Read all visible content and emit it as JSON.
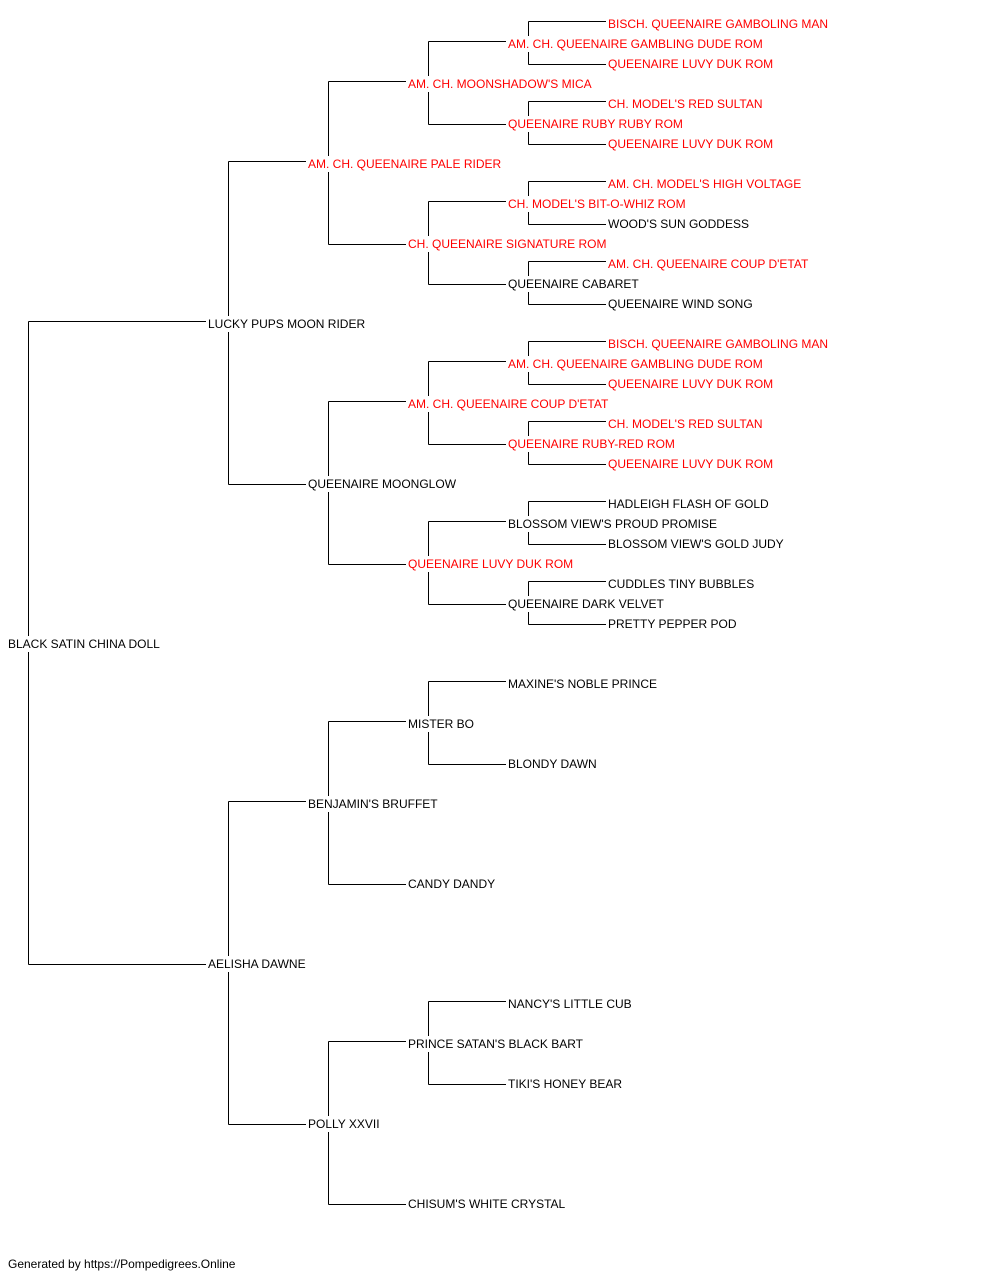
{
  "colors": {
    "titled": "#ff0000",
    "plain": "#000000",
    "connector": "#000000"
  },
  "pedigree": {
    "name": "BLACK SATIN CHINA DOLL",
    "titled": false,
    "sire": {
      "name": "LUCKY PUPS MOON RIDER",
      "titled": false,
      "sire": {
        "name": "AM. CH. QUEENAIRE PALE RIDER",
        "titled": true,
        "sire": {
          "name": "AM. CH. MOONSHADOW'S MICA",
          "titled": true,
          "sire": {
            "name": "AM. CH. QUEENAIRE GAMBLING DUDE ROM",
            "titled": true,
            "sire": {
              "name": "BISCH. QUEENAIRE GAMBOLING MAN",
              "titled": true
            },
            "dam": {
              "name": "QUEENAIRE LUVY DUK ROM",
              "titled": true
            }
          },
          "dam": {
            "name": "QUEENAIRE RUBY RUBY ROM",
            "titled": true,
            "sire": {
              "name": "CH. MODEL'S RED SULTAN",
              "titled": true
            },
            "dam": {
              "name": "QUEENAIRE LUVY DUK ROM",
              "titled": true
            }
          }
        },
        "dam": {
          "name": "CH. QUEENAIRE SIGNATURE ROM",
          "titled": true,
          "sire": {
            "name": "CH. MODEL'S BIT-O-WHIZ ROM",
            "titled": true,
            "sire": {
              "name": "AM. CH. MODEL'S HIGH VOLTAGE",
              "titled": true
            },
            "dam": {
              "name": "WOOD'S SUN GODDESS",
              "titled": false
            }
          },
          "dam": {
            "name": "QUEENAIRE CABARET",
            "titled": false,
            "sire": {
              "name": "AM. CH. QUEENAIRE COUP D'ETAT",
              "titled": true
            },
            "dam": {
              "name": "QUEENAIRE WIND SONG",
              "titled": false
            }
          }
        }
      },
      "dam": {
        "name": "QUEENAIRE MOONGLOW",
        "titled": false,
        "sire": {
          "name": "AM. CH. QUEENAIRE COUP D'ETAT",
          "titled": true,
          "sire": {
            "name": "AM. CH. QUEENAIRE GAMBLING DUDE ROM",
            "titled": true,
            "sire": {
              "name": "BISCH. QUEENAIRE GAMBOLING MAN",
              "titled": true
            },
            "dam": {
              "name": "QUEENAIRE LUVY DUK ROM",
              "titled": true
            }
          },
          "dam": {
            "name": "QUEENAIRE RUBY-RED ROM",
            "titled": true,
            "sire": {
              "name": "CH. MODEL'S RED SULTAN",
              "titled": true
            },
            "dam": {
              "name": "QUEENAIRE LUVY DUK ROM",
              "titled": true
            }
          }
        },
        "dam": {
          "name": "QUEENAIRE LUVY DUK ROM",
          "titled": true,
          "sire": {
            "name": "BLOSSOM VIEW'S PROUD PROMISE",
            "titled": false,
            "sire": {
              "name": "HADLEIGH FLASH OF GOLD",
              "titled": false
            },
            "dam": {
              "name": "BLOSSOM VIEW'S GOLD JUDY",
              "titled": false
            }
          },
          "dam": {
            "name": "QUEENAIRE DARK VELVET",
            "titled": false,
            "sire": {
              "name": "CUDDLES TINY BUBBLES",
              "titled": false
            },
            "dam": {
              "name": "PRETTY PEPPER POD",
              "titled": false
            }
          }
        }
      }
    },
    "dam": {
      "name": "AELISHA DAWNE",
      "titled": false,
      "sire": {
        "name": "BENJAMIN'S BRUFFET",
        "titled": false,
        "sire": {
          "name": "MISTER BO",
          "titled": false,
          "sire": {
            "name": "MAXINE'S NOBLE PRINCE",
            "titled": false
          },
          "dam": {
            "name": "BLONDY DAWN",
            "titled": false
          }
        },
        "dam": {
          "name": "CANDY DANDY",
          "titled": false
        }
      },
      "dam": {
        "name": "POLLY XXVII",
        "titled": false,
        "sire": {
          "name": "PRINCE SATAN'S BLACK BART",
          "titled": false,
          "sire": {
            "name": "NANCY'S LITTLE CUB",
            "titled": false
          },
          "dam": {
            "name": "TIKI'S HONEY BEAR",
            "titled": false
          }
        },
        "dam": {
          "name": "CHISUM'S WHITE CRYSTAL",
          "titled": false
        }
      }
    }
  },
  "footer": "Generated by https://Pompedigrees.Online"
}
